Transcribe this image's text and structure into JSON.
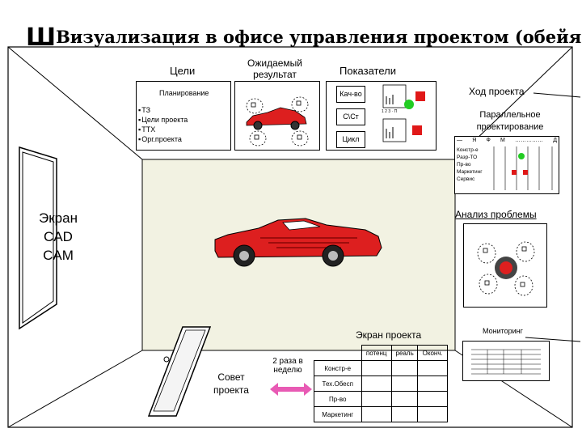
{
  "title": {
    "mark": "Ш",
    "text": "Визуализация в  офисе управления проектом (обейя)"
  },
  "goals": {
    "label": "Цели",
    "planning": "Планирование",
    "items": [
      "ТЗ",
      "Цели проекта",
      "ТТХ",
      "Орг.проекта"
    ]
  },
  "expected_result": "Ожидаемый результат",
  "indicators": {
    "label": "Показатели",
    "items": [
      "Кач-во",
      "С\\Ст",
      "Цикл"
    ],
    "chart_ticks": "1  2  3  ·  П"
  },
  "progress": {
    "label": "Ход проекта"
  },
  "parallel": {
    "label": "Параллельное проектирование",
    "header": [
      "—",
      "Я",
      "Ф",
      "М",
      "……………",
      "Д"
    ],
    "rows": [
      "Констр-е",
      "Разр-ТО",
      "Пр-во",
      "Маркетинг",
      "Сервис"
    ]
  },
  "cad_screen": {
    "lines": [
      "Экран",
      "CAD",
      "CAM"
    ]
  },
  "problem_analysis": {
    "label": "Анализ проблемы"
  },
  "project_screen": {
    "label": "Экран проекта",
    "columns": [
      "потенц",
      "реаль",
      "Оконч."
    ],
    "rows": [
      "Констр-е",
      "Тех.Обесп",
      "Пр-во",
      "Маркетинг"
    ]
  },
  "monitoring": {
    "label": "Мониторинг"
  },
  "council": {
    "label": "Совет проекта",
    "frequency": "2 раза в неделю"
  },
  "colors": {
    "car": "#dd1f1f",
    "green_dot": "#22cc22",
    "red_square": "#e01818",
    "arrow": "#e85ab4"
  }
}
